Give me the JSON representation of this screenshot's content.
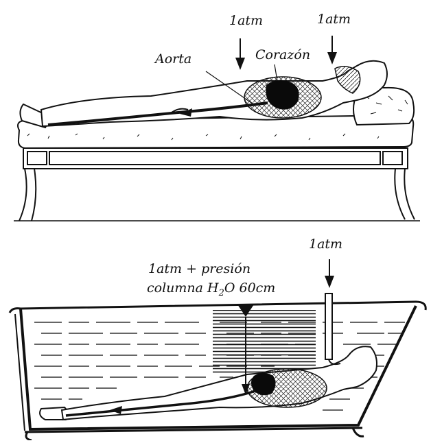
{
  "top_scene": {
    "label_atm_left": "1atm",
    "label_atm_right": "1atm",
    "label_aorta": "Aorta",
    "label_heart": "Corazón"
  },
  "bottom_scene": {
    "label_atm": "1atm",
    "label_pressure_line1": "1atm + presión",
    "label_pressure_line2": "columna H",
    "label_pressure_sub": "2",
    "label_pressure_line2_end": "O  60cm"
  },
  "colors": {
    "ink": "#111111",
    "water_lines": "#333333",
    "heart_fill": "#0a0a0a"
  }
}
